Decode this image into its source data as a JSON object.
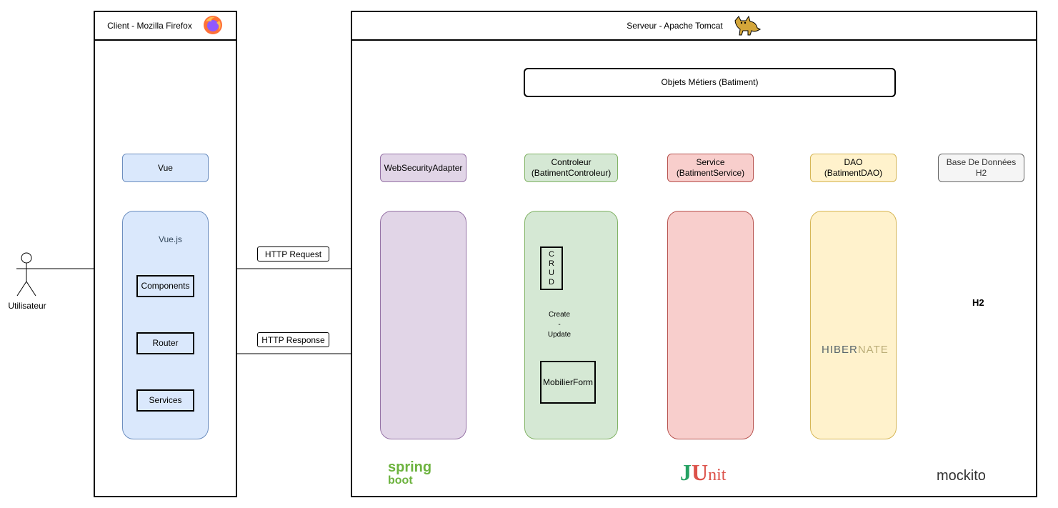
{
  "client": {
    "title": "Client - Mozilla Firefox",
    "icon": "firefox-icon"
  },
  "server": {
    "title": "Serveur - Apache Tomcat",
    "icon": "tomcat-icon"
  },
  "actor": {
    "label": "Utilisateur"
  },
  "vue": {
    "label": "Vue",
    "logo_text": "Vue.js",
    "items": [
      "Components",
      "Router",
      "Services"
    ]
  },
  "http": {
    "request": "HTTP Request",
    "response": "HTTP Response"
  },
  "business_objects": "Objets Métiers (Batiment)",
  "layers": {
    "security": {
      "label": "WebSecurityAdapter"
    },
    "controller": {
      "line1": "Controleur",
      "line2": "(BatimentControleur)"
    },
    "service": {
      "line1": "Service",
      "line2": "(BatimentService)"
    },
    "dao": {
      "line1": "DAO",
      "line2": "(BatimentDAO)"
    },
    "database": {
      "line1": "Base De Données",
      "line2": "H2"
    }
  },
  "crud": {
    "letters": [
      "C",
      "R",
      "U",
      "D"
    ],
    "note_1": "Create",
    "note_2": "-",
    "note_3": "Update",
    "form": "MobilierForm"
  },
  "logos": {
    "hibernate": "HIBERNATE",
    "hibernate_a": "HIBER",
    "hibernate_b": "NATE",
    "h2": "H2",
    "spring_1": "spring",
    "spring_2": "boot",
    "junit_1": "J",
    "junit_2": "U",
    "junit_3": "nit",
    "mockito": "mockito"
  },
  "colors": {
    "blue_fill": "#dae8fc",
    "blue_stroke": "#6c8ebf",
    "purple_fill": "#e1d5e7",
    "purple_stroke": "#9673a6",
    "green_fill": "#d5e8d4",
    "green_stroke": "#82b366",
    "red_fill": "#f8cecc",
    "red_stroke": "#b85450",
    "yellow_fill": "#fff2cc",
    "yellow_stroke": "#d6b656",
    "gray_fill": "#f5f5f5",
    "gray_stroke": "#666666"
  }
}
